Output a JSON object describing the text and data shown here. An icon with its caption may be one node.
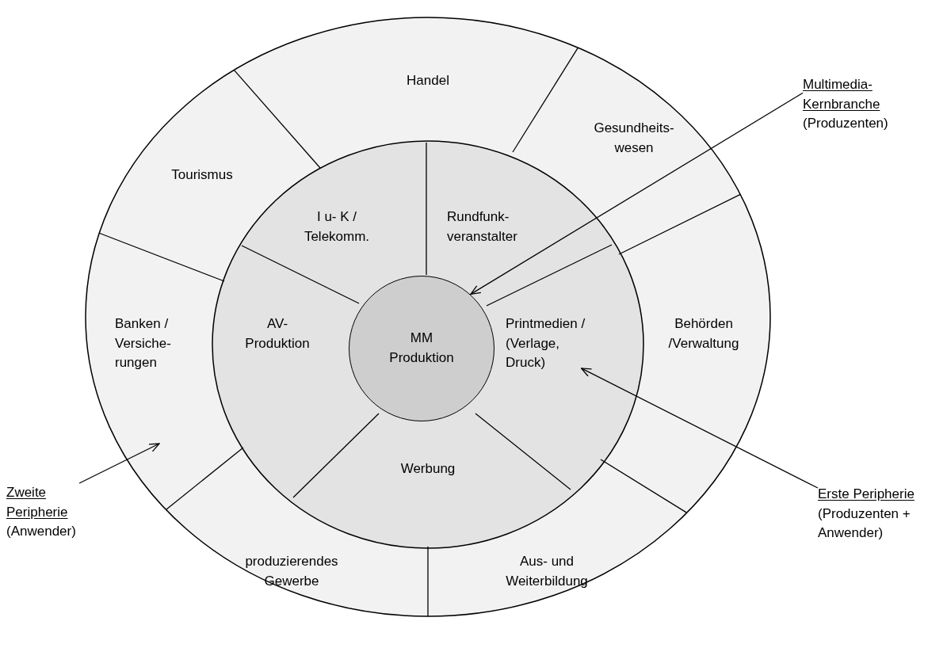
{
  "diagram": {
    "nodes": [
      {
        "text": [
          "Handel"
        ]
      },
      {
        "text": [
          "Multimedia- Kernbranche",
          "(Produzenten)"
        ]
      },
      {
        "text": [
          "Tourismus"
        ]
      },
      {
        "text": [
          "Gesundheits- wesen"
        ]
      },
      {
        "text": [
          "I u- K / Telekomm."
        ]
      },
      {
        "text": [
          "Rundfunk- veranstalter"
        ]
      },
      {
        "text": [
          "Banken / Versiche- rungen"
        ]
      },
      {
        "text": [
          "AV- Produktion"
        ]
      },
      {
        "text": [
          "MM Produktion"
        ]
      },
      {
        "text": [
          "Printmedien / (Verlage, Druck)"
        ]
      },
      {
        "text": [
          "Behörden /Verwaltung"
        ]
      },
      {
        "text": [
          "Werbung"
        ]
      },
      {
        "text": [
          "Zweite Peripherie",
          "(Anwender)"
        ]
      },
      {
        "text": [
          "produzierendes Gewerbe"
        ]
      },
      {
        "text": [
          "Aus- und Weiterbildung"
        ]
      },
      {
        "text": [
          "Erste Peripherie",
          "(Produzenten + Anwender)"
        ]
      }
    ],
    "edges": [
      {
        "from": 1,
        "to": 8,
        "arrow": "to"
      },
      {
        "from": 15,
        "to": 9,
        "arrow": "to"
      },
      {
        "from": 12,
        "to": 6,
        "arrow": "to"
      }
    ]
  }
}
